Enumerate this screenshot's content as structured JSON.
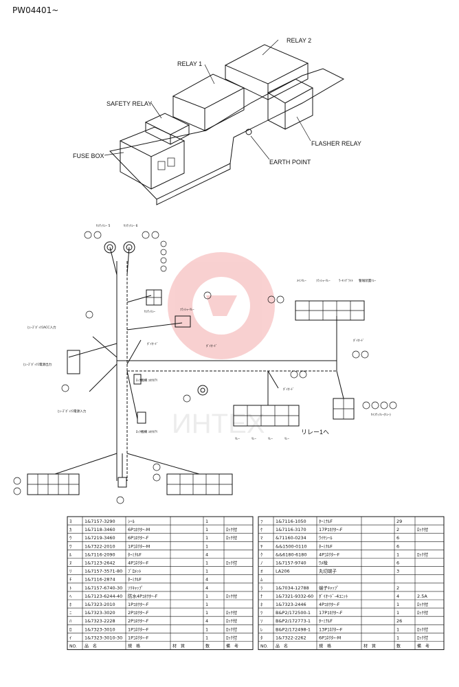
{
  "page_code": "PW04401~",
  "illustration": {
    "labels": {
      "relay2": "RELAY 2",
      "relay1": "RELAY 1",
      "safety_relay": "SAFETY RELAY",
      "fuse_box": "FUSE BOX",
      "flasher_relay": "FLASHER RELAY",
      "earth_point": "EARTH POINT"
    }
  },
  "wiring": {
    "callouts": {
      "safety_relay_5": "ｾﾌﾃｨﾘﾚｰ\n5",
      "safety_relay_6": "ｾﾌﾃｨﾘﾚｰ\n6",
      "safety_relay": "ｾﾌﾃｨﾘﾚｰ",
      "flasher_relay": "ﾌﾗｯｼｬｰﾘﾚｰ",
      "fuse_box_acc": "ﾋｭｰｽﾞﾎﾞｯｸｽACC入力",
      "fuse_box_output": "ﾋｭｰｽﾞﾎﾞｯｸｽ電源出力",
      "fuse_box_input": "ﾋｭｰｽﾞﾎﾞｯｸｽ電源入力",
      "diode_1": "ﾀﾞｲｵｰﾄﾞ",
      "diode_2": "ﾀﾞｲｵｰﾄﾞ",
      "diode_3": "ﾀﾞｲｵｰﾄﾞ",
      "diode_4": "ﾀﾞｲｵｰﾄﾞ",
      "lock_conn_1": "ﾛｯｸ機構\nｺﾈｸﾀｱﾘ",
      "lock_conn_2": "ﾛｯｸ機構\nｺﾈｸﾀｱﾘ",
      "top_right_1": "ﾒｲﾝﾘﾚｰ",
      "top_right_2": "ﾌﾗｯｼｬｰﾘﾚｰ",
      "top_right_3": "ﾜｰｷﾝｸﾞﾗｲﾄ",
      "top_right_4": "警報装置ﾘﾚｰ",
      "relay1_to": "リレー1へ",
      "center_bottom_1": "ﾘﾚｰ",
      "center_bottom_2": "ﾘﾚｰ",
      "center_bottom_3": "ﾘﾚｰ",
      "center_bottom_4": "ﾘﾚｰ",
      "right_link": "ｾｲﾌﾃｨﾘﾚｰ(ﾘﾚｰ)"
    },
    "watermark": "ИНТЕХ"
  },
  "parts_left": {
    "rows": [
      [
        "ﾖ",
        "1&7157-3290",
        "ｼｰﾙ",
        "",
        "1",
        ""
      ],
      [
        "ｶ",
        "1&7118-3460",
        "6Pｺﾈｸﾀｰ-M",
        "",
        "1",
        "ﾛｯｸ付"
      ],
      [
        "ｳ",
        "1&7219-3460",
        "6Pｺﾈｸﾀｰ-F",
        "",
        "1",
        "ﾛｯｸ付"
      ],
      [
        "ﾜ",
        "1&7322-2010",
        "1Pｺﾈｸﾀｰ-M",
        "",
        "1",
        ""
      ],
      [
        "ﾙ",
        "1&7116-2090",
        "ﾀｰﾐﾅﾙF",
        "",
        "4",
        ""
      ],
      [
        "ﾇ",
        "1&7123-2642",
        "4Pｺﾈｸﾀｰ-F",
        "",
        "1",
        "ﾛｯｸ付"
      ],
      [
        "ﾘ",
        "1&7157-3571-80",
        "ﾌﾞﾛﾒｯﾄ",
        "",
        "1",
        ""
      ],
      [
        "ﾁ",
        "1&7116-2874",
        "ﾀｰﾐﾅﾙF",
        "",
        "4",
        ""
      ],
      [
        "ﾄ",
        "1&7157-6740-30",
        "ｿﾘｷｬｯﾌﾟ",
        "",
        "4",
        ""
      ],
      [
        "ﾍ",
        "1&7123-6244-40",
        "防水4Pｺﾈｸﾀｰ-F",
        "",
        "1",
        "ﾛｯｸ付"
      ],
      [
        "ﾎ",
        "1&7323-2010",
        "1Pｺﾈｸﾀｰ-F",
        "",
        "1",
        ""
      ],
      [
        "ﾆ",
        "1&7323-3020",
        "2Pｺﾈｸﾀｰ-F",
        "",
        "1",
        "ﾛｯｸ付"
      ],
      [
        "ﾊ",
        "1&7323-2228",
        "2Pｺﾈｸﾀｰ-F",
        "",
        "4",
        "ﾛｯｸ付"
      ],
      [
        "ﾛ",
        "1&7323-3010",
        "1Pｺﾈｸﾀｰ-F",
        "",
        "1",
        "ﾛｯｸ付"
      ],
      [
        "ｲ",
        "1&7323-3010-30",
        "1Pｺﾈｸﾀｰ-F",
        "",
        "1",
        "ﾛｯｸ付"
      ]
    ],
    "header": [
      "NO.",
      "品　名",
      "規　格",
      "材　質",
      "数",
      "備　考"
    ]
  },
  "parts_right": {
    "rows": [
      [
        "ﾌ",
        "1&7116-1050",
        "ﾀｰﾐﾅﾙF",
        "",
        "29",
        ""
      ],
      [
        "ｹ",
        "1&7116-3170",
        "17Pｺﾈｸﾀｰ-F",
        "",
        "2",
        "ﾛｯｸ付"
      ],
      [
        "ﾏ",
        "&71160-0234",
        "ﾜｲﾔｼｰﾙ",
        "",
        "6",
        ""
      ],
      [
        "ﾔ",
        "&&1500-0110",
        "ﾀｰﾐﾅﾙF",
        "",
        "6",
        ""
      ],
      [
        "ｸ",
        "&&6180-6180",
        "4Pｺﾈｸﾀｰ-F",
        "",
        "1",
        "ﾛｯｸ付"
      ],
      [
        "ﾉ",
        "1&7157-9740",
        "ﾜﾒ栓",
        "",
        "6",
        ""
      ],
      [
        "ｵ",
        "LA206",
        "丸切端子",
        "",
        "3",
        ""
      ],
      [
        "ﾑ",
        "",
        "",
        "",
        "",
        ""
      ],
      [
        "ﾗ",
        "1&7034-12788",
        "端子ｷｬｯﾌﾟ",
        "",
        "2",
        ""
      ],
      [
        "ﾅ",
        "1&7321-9332-60",
        "ﾀﾞｲｵｰﾄﾞ-4ﾕﾆｯﾄ",
        "",
        "4",
        "2.5A"
      ],
      [
        "ﾈ",
        "1&7323-2446",
        "4Pｺﾈｸﾀｰ-F",
        "",
        "1",
        "ﾛｯｸ付"
      ],
      [
        "ﾂ",
        "B&P2/172500-1",
        "17Pｺﾈｸﾀｰ-F",
        "",
        "1",
        "ﾛｯｸ付"
      ],
      [
        "ｿ",
        "B&P2/172773-1",
        "ﾀｰﾐﾅﾙF",
        "",
        "26",
        ""
      ],
      [
        "ﾚ",
        "B&P2/172498-1",
        "13Pｺﾈｸﾀｰ-F",
        "",
        "1",
        "ﾛｯｸ付"
      ],
      [
        "ﾀ",
        "1&7322-2262",
        "6Pｺﾈｸﾀｰ-M",
        "",
        "1",
        "ﾛｯｸ付"
      ]
    ],
    "header": [
      "NO.",
      "品　名",
      "規　格",
      "材　質",
      "数",
      "備　考"
    ]
  }
}
